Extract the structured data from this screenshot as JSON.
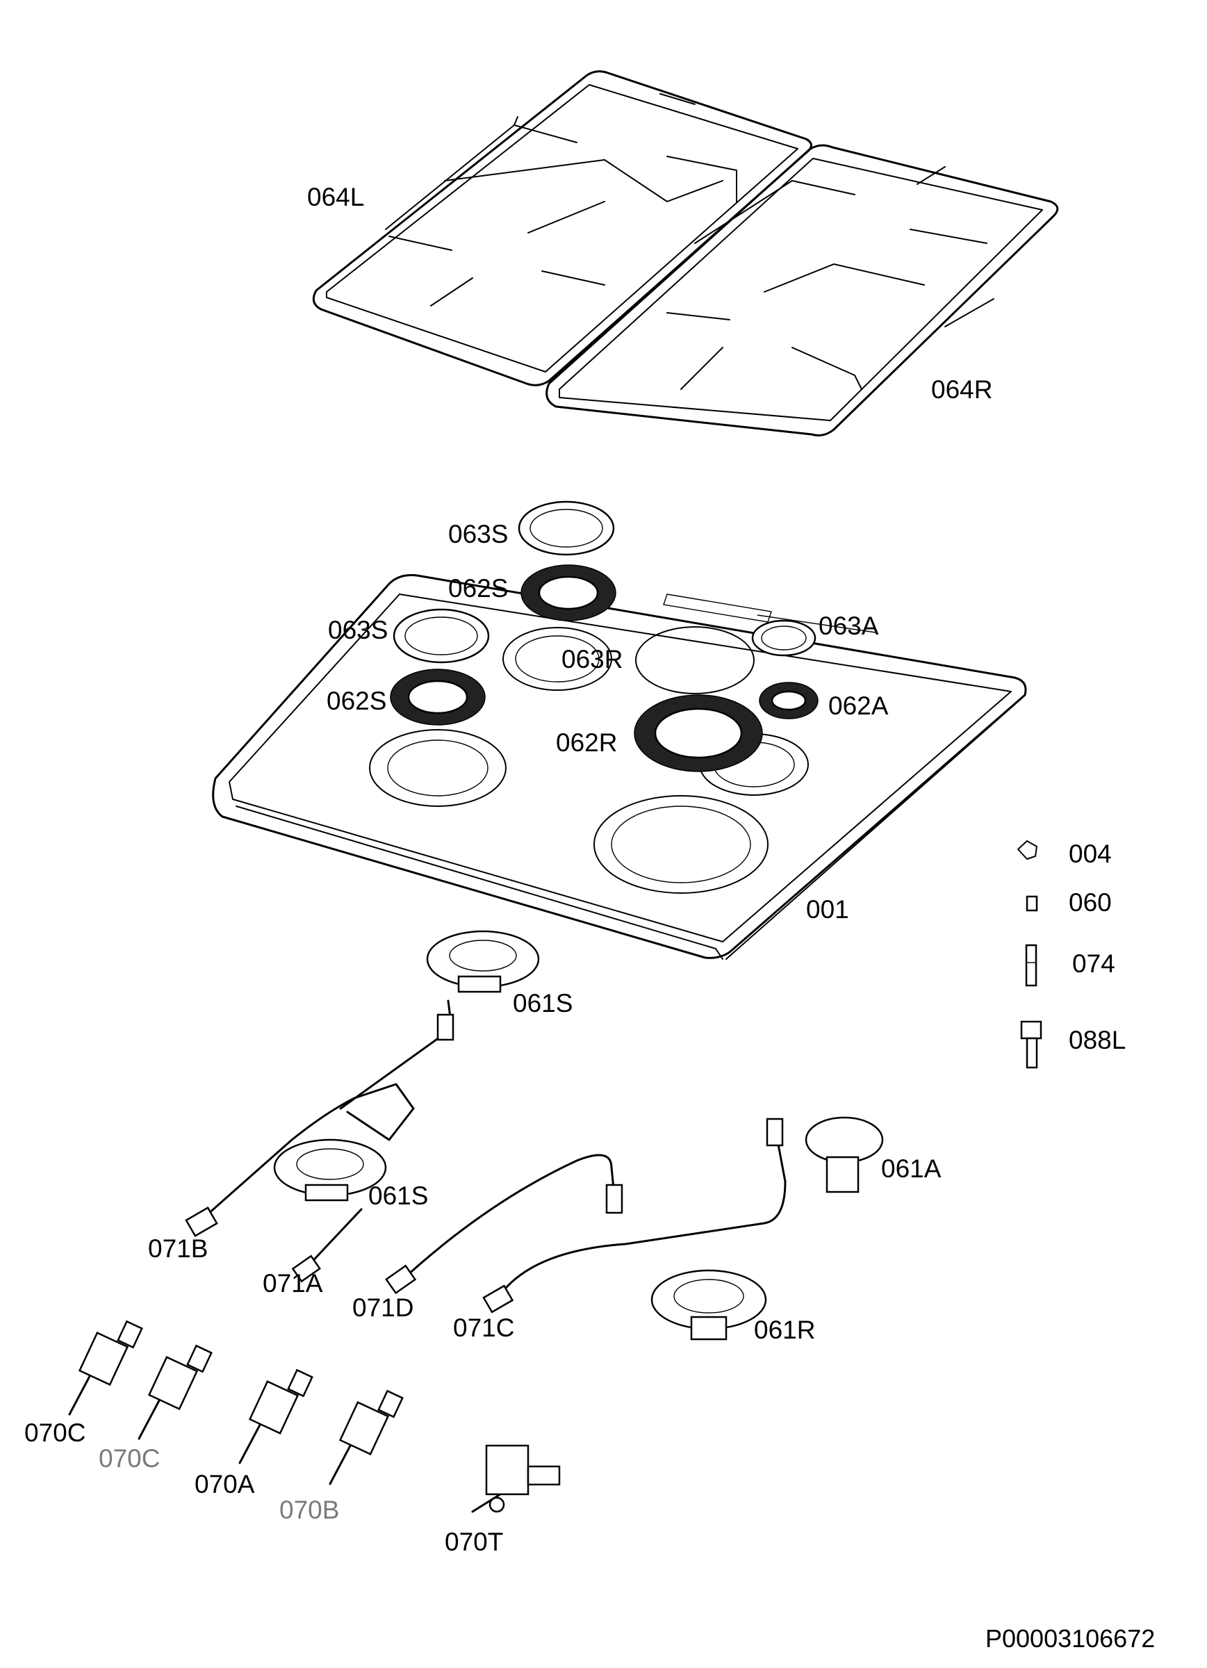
{
  "document_id": "P00003106672",
  "labels": {
    "grid_left": "064L",
    "grid_right": "064R",
    "cap_063s_top": "063S",
    "crown_062s_top": "062S",
    "cap_063s_left": "063S",
    "cap_063a": "063A",
    "cap_063r": "063R",
    "crown_062s_left": "062S",
    "crown_062a": "062A",
    "crown_062r": "062R",
    "hob_001": "001",
    "screw_004": "004",
    "part_060": "060",
    "part_074": "074",
    "nozzle_088l": "088L",
    "burner_061s_top": "061S",
    "burner_061s_lower": "061S",
    "burner_061a": "061A",
    "burner_061r": "061R",
    "pipe_071b": "071B",
    "pipe_071a": "071A",
    "pipe_071d": "071D",
    "pipe_071c": "071C",
    "tap_070c_1": "070C",
    "tap_070c_2": "070C",
    "tap_070a": "070A",
    "tap_070b": "070B",
    "tap_070t": "070T"
  },
  "colors": {
    "line": "#000000",
    "label": "#000000",
    "label_alt": "#7a7a7a",
    "background": "#ffffff"
  }
}
